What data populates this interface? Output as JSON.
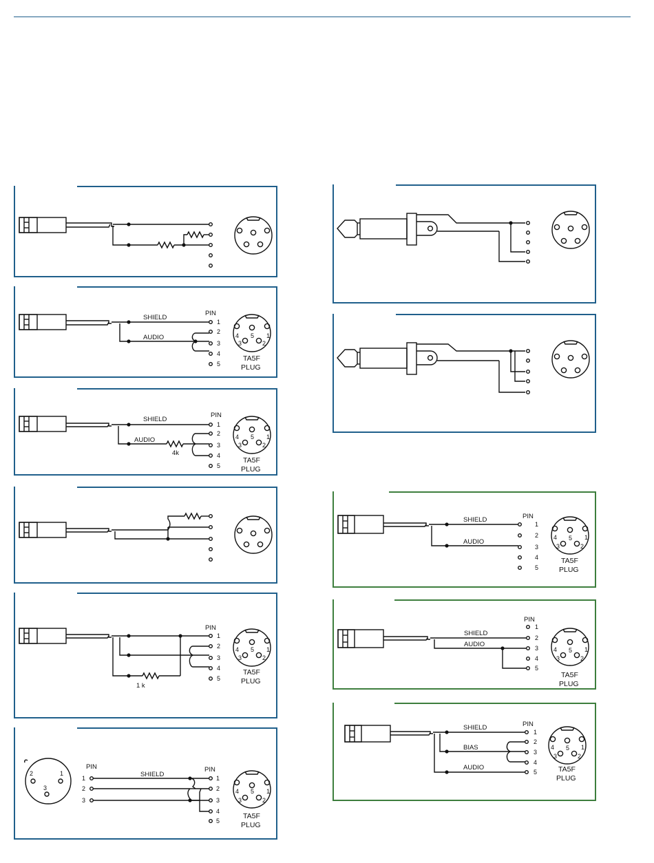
{
  "colors": {
    "header_rule": "#1f5f8b",
    "panel_blue": "#1f5f8b",
    "panel_green": "#3d7e3d",
    "wire": "#111111"
  },
  "panels": {
    "p2": {
      "shield": "SHIELD",
      "pin_header": "PIN",
      "audio": "AUDIO",
      "pins": [
        "1",
        "2",
        "3",
        "4",
        "5"
      ],
      "plug_l1": "TA5F",
      "plug_l2": "PLUG",
      "socket": {
        "p1": "1",
        "p2": "2",
        "p3": "3",
        "p4": "4",
        "p5": "5"
      }
    },
    "p3": {
      "shield": "SHIELD",
      "pin_header": "PIN",
      "audio": "AUDIO",
      "resistor": "4k",
      "pins": [
        "1",
        "2",
        "3",
        "4",
        "5"
      ],
      "plug_l1": "TA5F",
      "plug_l2": "PLUG",
      "socket": {
        "p1": "1",
        "p2": "2",
        "p3": "3",
        "p4": "4",
        "p5": "5"
      }
    },
    "p5": {
      "pin_header": "PIN",
      "resistor": "1 k",
      "pins": [
        "1",
        "2",
        "3",
        "4",
        "5"
      ],
      "plug_l1": "TA5F",
      "plug_l2": "PLUG",
      "socket": {
        "p1": "1",
        "p2": "2",
        "p3": "3",
        "p4": "4",
        "p5": "5"
      }
    },
    "p6": {
      "xlr": {
        "p1": "1",
        "p2": "2",
        "p3": "3"
      },
      "left_pin_header": "PIN",
      "left_pins": [
        "1",
        "2",
        "3"
      ],
      "shield": "SHIELD",
      "pin_header": "PIN",
      "pins": [
        "1",
        "2",
        "3",
        "4",
        "5"
      ],
      "plug_l1": "TA5F",
      "plug_l2": "PLUG",
      "socket": {
        "p1": "1",
        "p2": "2",
        "p3": "3",
        "p4": "4",
        "p5": "5"
      }
    },
    "g1": {
      "shield": "SHIELD",
      "pin_header": "PIN",
      "audio": "AUDIO",
      "pins": [
        "1",
        "2",
        "3",
        "4",
        "5"
      ],
      "plug_l1": "TA5F",
      "plug_l2": "PLUG",
      "socket": {
        "p1": "1",
        "p2": "2",
        "p3": "3",
        "p4": "4",
        "p5": "5"
      }
    },
    "g2": {
      "pin_header": "PIN",
      "shield": "SHIELD",
      "audio": "AUDIO",
      "pins": [
        "1",
        "2",
        "3",
        "4",
        "5"
      ],
      "plug_l1": "TA5F",
      "plug_l2": "PLUG",
      "socket": {
        "p1": "1",
        "p2": "2",
        "p3": "3",
        "p4": "4",
        "p5": "5"
      }
    },
    "g3": {
      "shield": "SHIELD",
      "pin_header": "PIN",
      "bias": "BIAS",
      "audio": "AUDIO",
      "pins": [
        "1",
        "2",
        "3",
        "4",
        "5"
      ],
      "plug_l1": "TA5F",
      "plug_l2": "PLUG",
      "socket": {
        "p1": "1",
        "p2": "2",
        "p3": "3",
        "p4": "4",
        "p5": "5"
      }
    }
  }
}
